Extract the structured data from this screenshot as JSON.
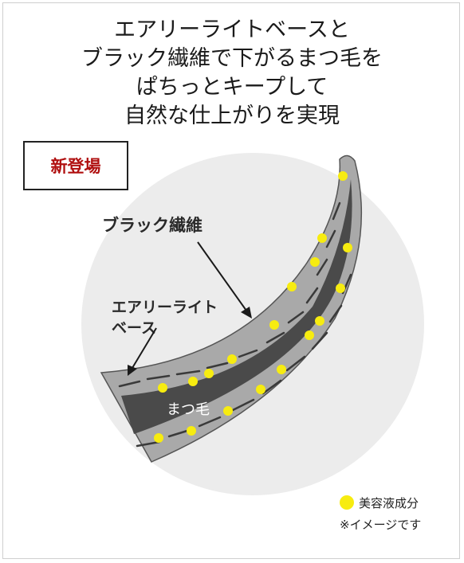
{
  "headline": {
    "line1": "エアリーライトベースと",
    "line2": "ブラック繊維で下がるまつ毛を",
    "line3": "ぱちっとキープして",
    "line4": "自然な仕上がりを実現"
  },
  "badge": {
    "label": "新登場"
  },
  "diagram": {
    "label_black_fiber": "ブラック繊維",
    "label_base_line1": "エアリーライト",
    "label_base_line2": "ベース",
    "label_lash": "まつ毛",
    "colors": {
      "circle": "#ececec",
      "base": "#a9a9a9",
      "black_fiber": "#4a4a4a",
      "dot": "#f7ec10",
      "fiber_stroke": "#3a3a3a"
    }
  },
  "legend": {
    "dot_label": "美容液成分",
    "note": "※イメージです"
  }
}
